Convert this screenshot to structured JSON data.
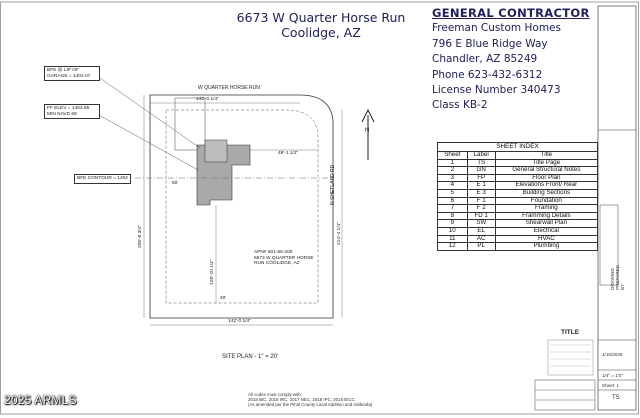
{
  "project": {
    "address_line1": "6673 W Quarter Horse Run",
    "address_line2": "Coolidge, AZ"
  },
  "contractor": {
    "heading": "GENERAL CONTRACTOR",
    "company": "Freeman Custom Homes",
    "street": "796 E Blue Ridge Way",
    "city": "Chandler, AZ 85249",
    "phone": "Phone  623-432-6312",
    "license": "License Number 340473",
    "class": "Class KB-2"
  },
  "sheet_index": {
    "caption": "SHEET INDEX",
    "columns": [
      "Sheet",
      "Label",
      "Title"
    ],
    "rows": [
      [
        "1",
        "TS",
        "Title Page"
      ],
      [
        "2",
        "GN",
        "General Structural Notes"
      ],
      [
        "3",
        "FP",
        "Floor Plan"
      ],
      [
        "4",
        "E 1",
        "Elevations Front/ Rear"
      ],
      [
        "5",
        "E 3",
        "Building Sections"
      ],
      [
        "6",
        "F 1",
        "Foundation"
      ],
      [
        "7",
        "F 2",
        "Framing"
      ],
      [
        "8",
        "FD 1",
        "Framming Details"
      ],
      [
        "9",
        "SW",
        "Shearwall Plan"
      ],
      [
        "10",
        "EL",
        "Electrical"
      ],
      [
        "11",
        "AC",
        "HVAC"
      ],
      [
        "12",
        "PL",
        "Plumbing"
      ]
    ]
  },
  "site_plan": {
    "street_label": "W QUARTER HORSE RUN",
    "side_street_label": "N SHETLAND RD",
    "north_label": "N",
    "bfe_garage": "BFE @ LIP OF GARAGE = 1402.07",
    "ff_elev": "FF ELEV = 1403.85 MIN NAVD 88",
    "bfe_contour": "BFE CONTOUR = 1402",
    "dim_top": "142'-0 1/4\"",
    "dim_bottom": "142'-0 1/4\"",
    "dim_left": "205'-8 3/4\"",
    "dim_right": "214'-4 1/4\"",
    "dim_inner_1": "49'-1 1/2\"",
    "dim_inner_2": "128'-10 1/4\"",
    "dim_side": "50'",
    "dim_rear": "40'",
    "parcel": "APN# 501-55-200",
    "parcel_addr": "6673 W QUARTER HORSE RUN COOLIDGE, AZ",
    "caption": "SITE PLAN  -  1\" = 20'"
  },
  "notes": {
    "line1": "All codes must comply with:",
    "line2": "2018 IBC, 2018 IRC, 2017 NEC, 2018 IPC, 2018 IECC",
    "line3": "(As amended per the Pinal County Local Addition and Addenda)"
  },
  "title_block": {
    "title_tag": "TITLE",
    "date": "4/16/2025",
    "scale": "1/4\" = 1'0\"",
    "sheet": "Sheet: 1",
    "sheet_label": "TS",
    "vertical_text": "DRAWING PREPARED BY"
  },
  "watermark": "2025 ARMLS"
}
